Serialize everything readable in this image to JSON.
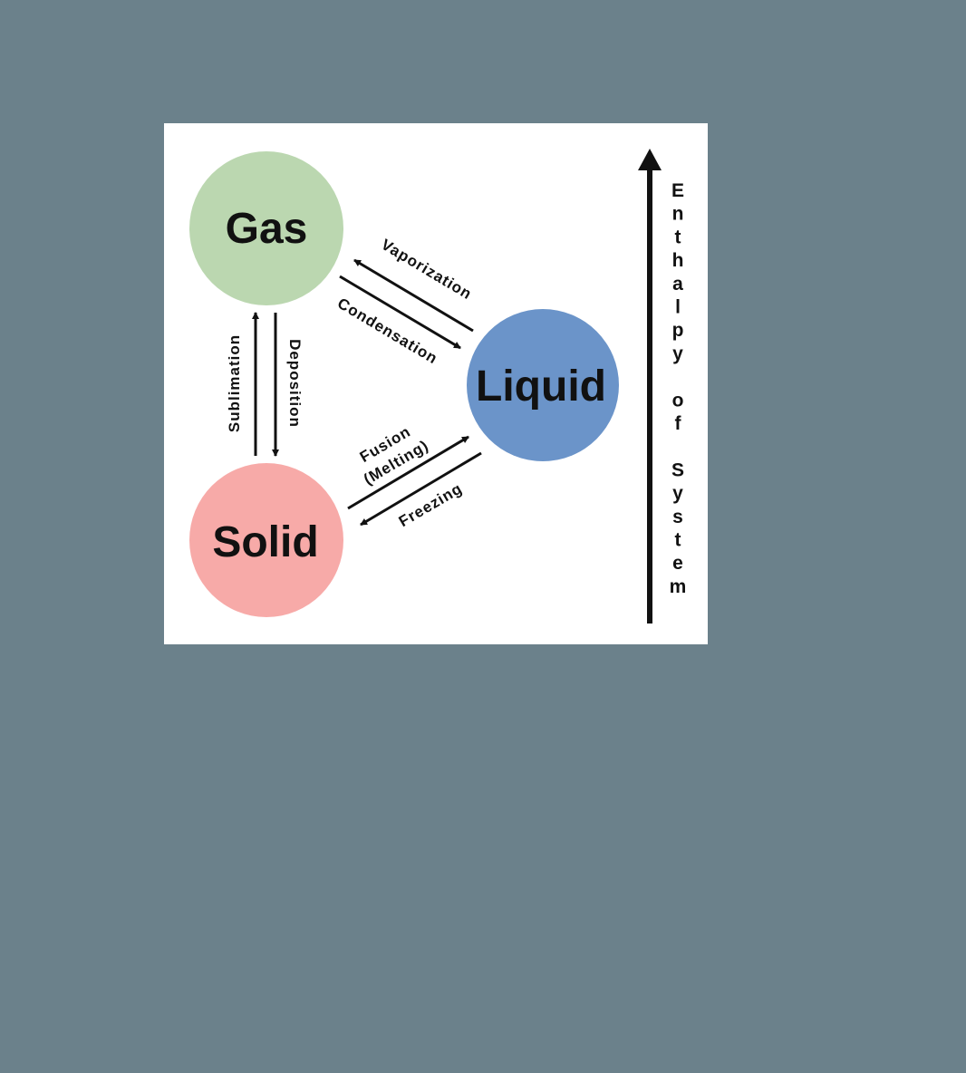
{
  "states": {
    "gas": {
      "label": "Gas",
      "color": "#bbd7b0"
    },
    "liquid": {
      "label": "Liquid",
      "color": "#6b94c9"
    },
    "solid": {
      "label": "Solid",
      "color": "#f7aaa8"
    }
  },
  "transitions": {
    "vaporization": "Vaporization",
    "condensation": "Condensation",
    "sublimation": "Sublimation",
    "deposition": "Deposition",
    "fusion_line1": "Fusion",
    "fusion_line2": "(Melting)",
    "freezing": "Freezing"
  },
  "axis": {
    "label": "Enthalpy of System"
  },
  "colors": {
    "background": "#6b818b",
    "panel": "#ffffff",
    "arrow": "#111111"
  }
}
